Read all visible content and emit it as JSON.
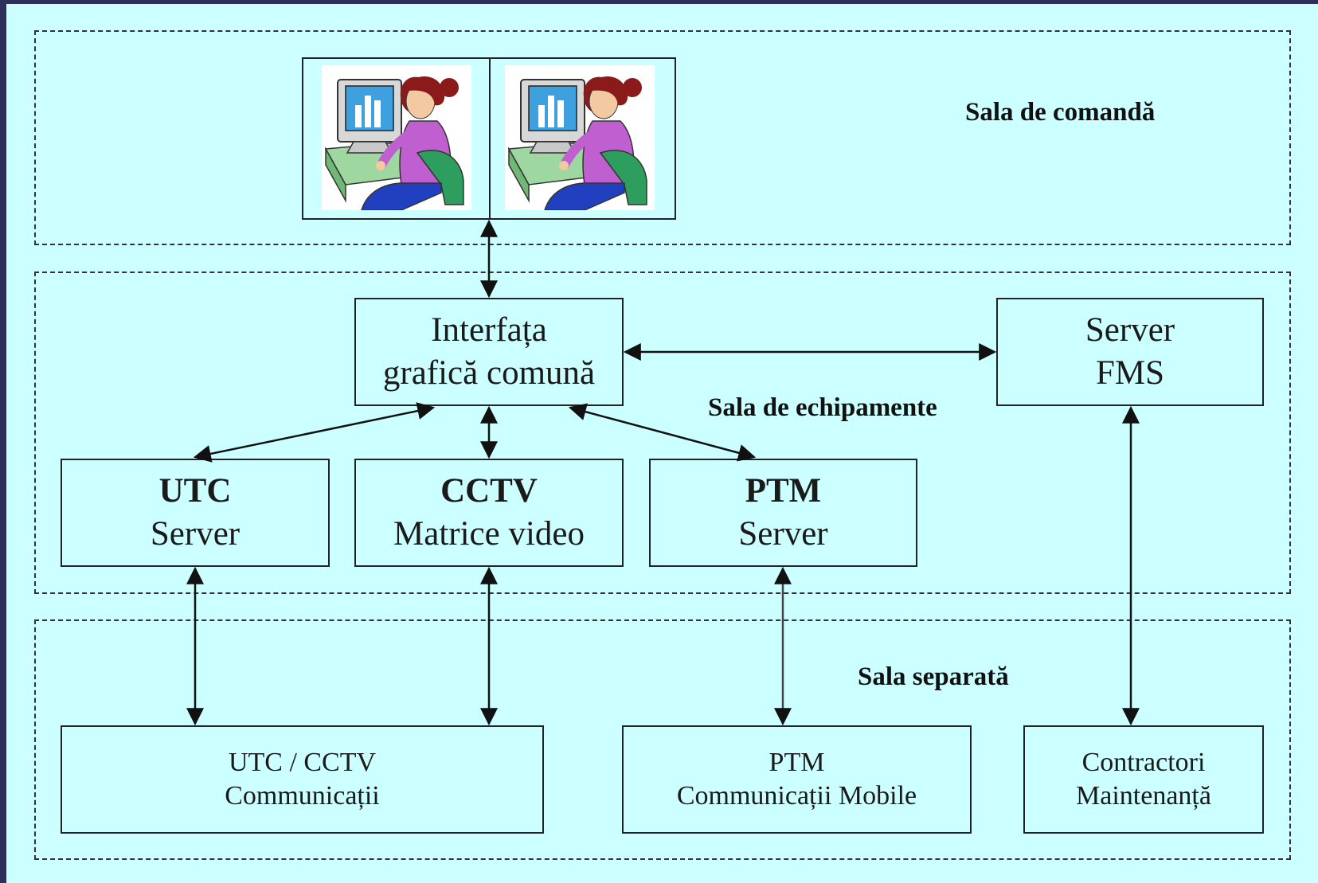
{
  "zones": {
    "command": {
      "label": "Sala de comandă"
    },
    "equipment": {
      "label": "Sala de echipamente"
    },
    "separate": {
      "label": "Sala separată"
    }
  },
  "boxes": {
    "gui": {
      "line1": "Interfața",
      "line2": "grafică comună"
    },
    "fms": {
      "line1": "Server",
      "line2": "FMS"
    },
    "utc": {
      "line1": "UTC",
      "line2": "Server"
    },
    "cctv": {
      "line1": "CCTV",
      "line2": "Matrice video"
    },
    "ptm": {
      "line1": "PTM",
      "line2": "Server"
    },
    "utc_cctv_comm": {
      "line1": "UTC / CCTV",
      "line2": "Communicații"
    },
    "ptm_comm": {
      "line1": "PTM",
      "line2": "Communicații Mobile"
    },
    "contractors": {
      "line1": "Contractori",
      "line2": "Maintenanță"
    }
  },
  "operators": [
    {
      "icon": "operator-at-computer-icon"
    },
    {
      "icon": "operator-at-computer-icon"
    }
  ],
  "colors": {
    "background": "#ccffff",
    "frame": "#2e2f5c",
    "stroke": "#222222",
    "monitor_screen": "#3fa0e0",
    "operator_shirt": "#c060d0",
    "operator_hair": "#8b1a1a",
    "chair": "#2e9e5e",
    "desk": "#9ed8a0"
  }
}
